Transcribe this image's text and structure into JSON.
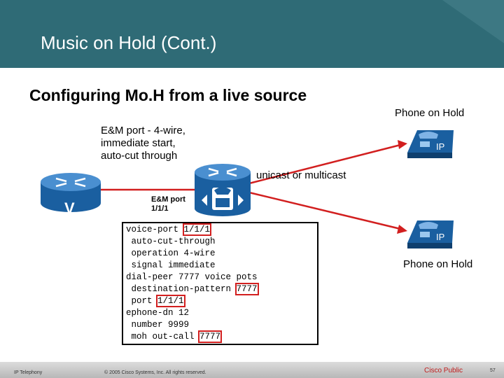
{
  "slide": {
    "title": "Music on Hold (Cont.)",
    "subtitle": "Configuring Mo.H from a live source"
  },
  "diagram": {
    "em_description": [
      "E&M port - 4-wire,",
      "immediate start,",
      "auto-cut through"
    ],
    "em_port_label": [
      "E&M port",
      "1/1/1"
    ],
    "link_label": "unicast or multicast",
    "phone_top_label": "Phone on Hold",
    "phone_bottom_label": "Phone on Hold",
    "phone_badge": "IP",
    "router_badge": "V",
    "colors": {
      "link": "#d21f1f",
      "router": "#1f6fb5",
      "header": "#2f6b76"
    }
  },
  "config": {
    "line1_pre": "voice-port ",
    "line1_hl": "1/1/1",
    "line2": " auto-cut-through",
    "line3": " operation 4-wire",
    "line4": " signal immediate",
    "line5": "dial-peer 7777 voice pots",
    "line6_pre": " destination-pattern ",
    "line6_hl": "7777",
    "line7_pre": " port ",
    "line7_hl": "1/1/1",
    "line8": "ephone-dn 12",
    "line9": " number 9999",
    "line10_pre": " moh out-call ",
    "line10_hl": "7777"
  },
  "footer": {
    "left": "IP Telephony",
    "center": "© 2005 Cisco Systems, Inc. All rights reserved.",
    "classification": "Cisco Public",
    "page": "57"
  }
}
